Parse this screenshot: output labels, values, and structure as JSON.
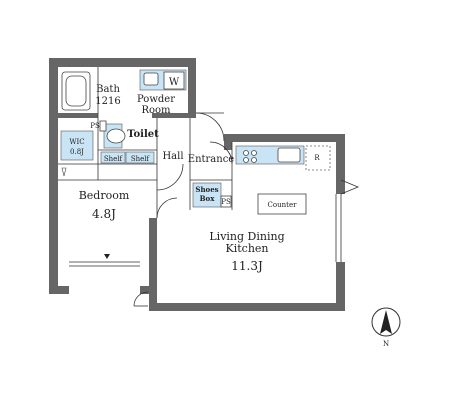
{
  "rooms": {
    "bath": {
      "name": "Bath",
      "size": "1216"
    },
    "powder_room": {
      "line1": "Powder",
      "line2": "Room",
      "washer": "W"
    },
    "toilet": "Toilet",
    "ps_top": "PS",
    "wic": {
      "name": "WIC",
      "size": "0.8J"
    },
    "shelf": [
      "Shelf",
      "Shelf"
    ],
    "hall": "Hall",
    "entrance": "Entrance",
    "shoes_box": {
      "line1": "Shoes",
      "line2": "Box"
    },
    "ps_entrance": "PS",
    "bedroom": {
      "name": "Bedroom",
      "size": "4.8J"
    },
    "counter": "Counter",
    "ldk": {
      "line1": "Living Dining",
      "line2": "Kitchen",
      "size": "11.3J"
    },
    "fridge": "R"
  },
  "compass": {
    "label": "N"
  },
  "colors": {
    "wall": "#666666",
    "fixture_blue": "#c9e4f5"
  }
}
